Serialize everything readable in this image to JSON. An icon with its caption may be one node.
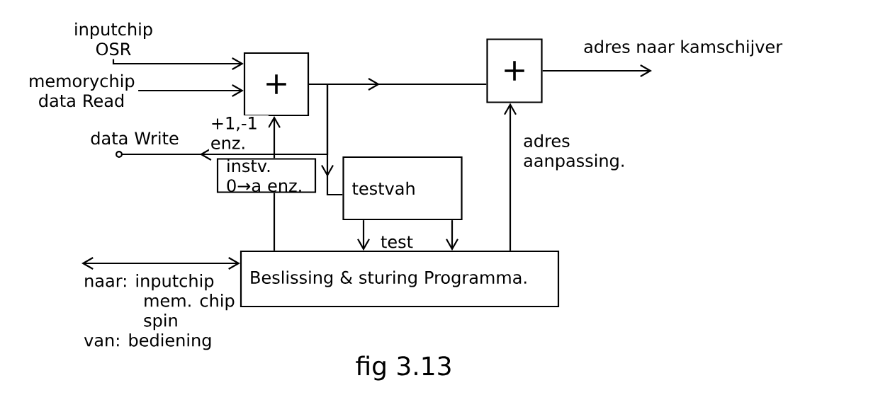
{
  "diagram": {
    "caption": "fig 3.13",
    "nodes": [
      {
        "text": [
          "+"
        ]
      },
      {
        "text": [
          "+"
        ]
      },
      {
        "text": [
          "instv. 0→a enz."
        ]
      },
      {
        "text": [
          "testvah"
        ]
      },
      {
        "text": [
          "Beslissing & sturing Programma."
        ]
      },
      {
        "text": [
          "inputchip OSR"
        ]
      },
      {
        "text": [
          "memorychip data Read"
        ]
      },
      {
        "text": [
          "data Write"
        ]
      },
      {
        "text": [
          "naar: inputchip",
          "mem. chip",
          "spin",
          "van: bediening"
        ]
      }
    ],
    "edges": [
      {
        "from": 5,
        "to": 0,
        "arrow": "to"
      },
      {
        "from": 6,
        "to": 0,
        "arrow": "to"
      },
      {
        "from": 0,
        "to": 1,
        "arrow": "to"
      },
      {
        "from": 0,
        "to": 7,
        "arrow": "to"
      },
      {
        "from": 0,
        "to": 3,
        "arrow": "to"
      },
      {
        "from": 2,
        "to": 0,
        "arrow": "to",
        "label": "+1,-1 enz."
      },
      {
        "from": 4,
        "to": 2,
        "arrow": "none"
      },
      {
        "from": 3,
        "to": 4,
        "arrow": "to"
      },
      {
        "from": 3,
        "to": 4,
        "arrow": "to"
      },
      {
        "from": 4,
        "to": 1,
        "arrow": "to",
        "label": "adres aanpassing."
      },
      {
        "from": 1,
        "to": null,
        "arrow": "to",
        "label": "adres naar kamschijver"
      },
      {
        "from": 8,
        "to": 4,
        "arrow": "both"
      }
    ],
    "labels": [
      "test"
    ]
  }
}
